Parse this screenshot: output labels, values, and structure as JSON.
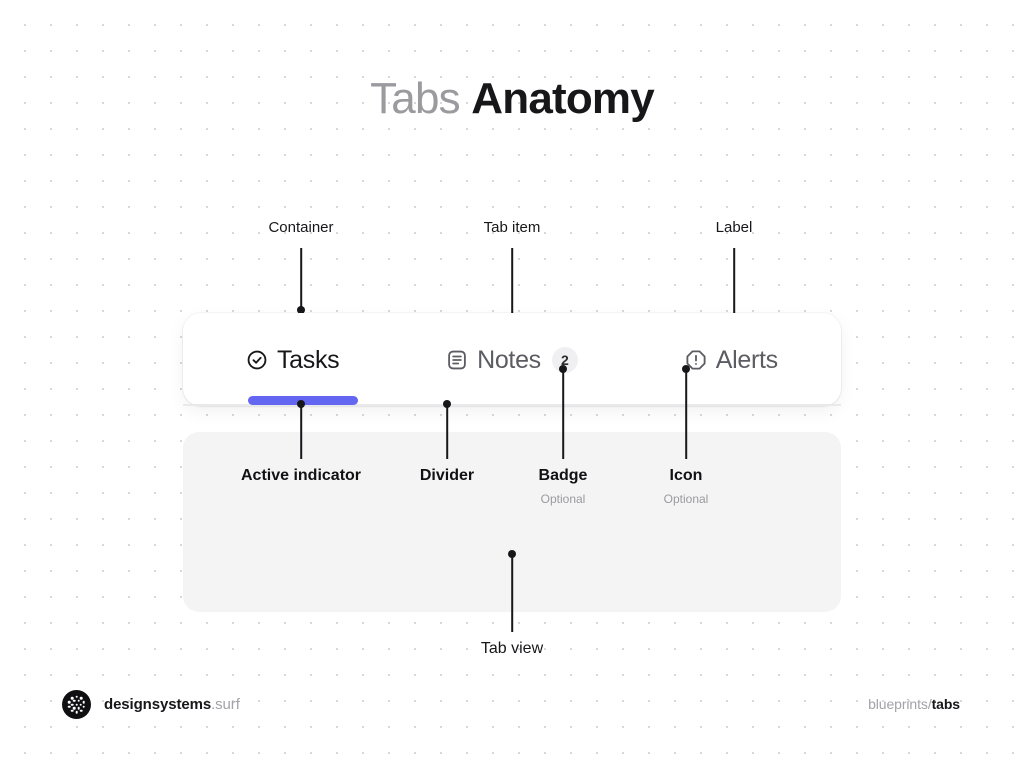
{
  "page": {
    "title_muted": "Tabs",
    "title_strong": "Anatomy",
    "background": "#ffffff",
    "accent_color": "#6266f0"
  },
  "tabs": {
    "container_background": "#ffffff",
    "items": [
      {
        "label": "Tasks",
        "icon": "check-circle-icon",
        "state": "active",
        "badge": null
      },
      {
        "label": "Notes",
        "icon": "document-list-icon",
        "state": "inactive",
        "badge": "2"
      },
      {
        "label": "Alerts",
        "icon": "alert-octagon-icon",
        "state": "inactive",
        "badge": null
      }
    ]
  },
  "annotations": {
    "container": {
      "label": "Container"
    },
    "tab_item": {
      "label": "Tab item"
    },
    "label": {
      "label": "Label"
    },
    "active_indicator": {
      "label": "Active indicator"
    },
    "divider": {
      "label": "Divider"
    },
    "badge": {
      "label": "Badge",
      "sub": "Optional"
    },
    "icon": {
      "label": "Icon",
      "sub": "Optional"
    },
    "tab_view": {
      "label": "Tab view"
    }
  },
  "footer": {
    "brand_name": "designsystems",
    "brand_tld": ".surf",
    "breadcrumb_section": "blueprints/",
    "breadcrumb_page": "tabs"
  }
}
